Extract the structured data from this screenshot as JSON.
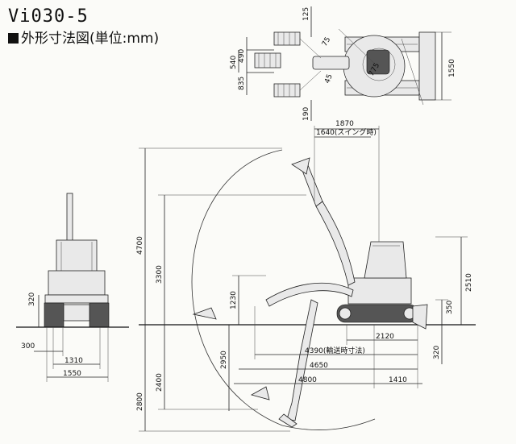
{
  "title": {
    "model": "Vi030-5",
    "subtitle": "外形寸法図(単位:mm)"
  },
  "dimensions": {
    "top_view": {
      "d125": "125",
      "d490": "490",
      "d540": "540",
      "d835": "835",
      "d190": "190",
      "d1550": "1550",
      "d75": "75",
      "d45": "45",
      "d775": "775"
    },
    "front_view": {
      "d320": "320",
      "d300": "300",
      "d1310": "1310",
      "d1550": "1550"
    },
    "side_view": {
      "d1870": "1870",
      "d1640": "1640(スイング時)",
      "d4700": "4700",
      "d3300": "3300",
      "d1230": "1230",
      "d2950": "2950",
      "d2400": "2400",
      "d2800": "2800",
      "d2510": "2510",
      "d350": "350",
      "d2120": "2120",
      "d4390": "4390(輸送時寸法)",
      "d4650": "4650",
      "d4800": "4800",
      "d1410": "1410",
      "d320": "320"
    }
  }
}
